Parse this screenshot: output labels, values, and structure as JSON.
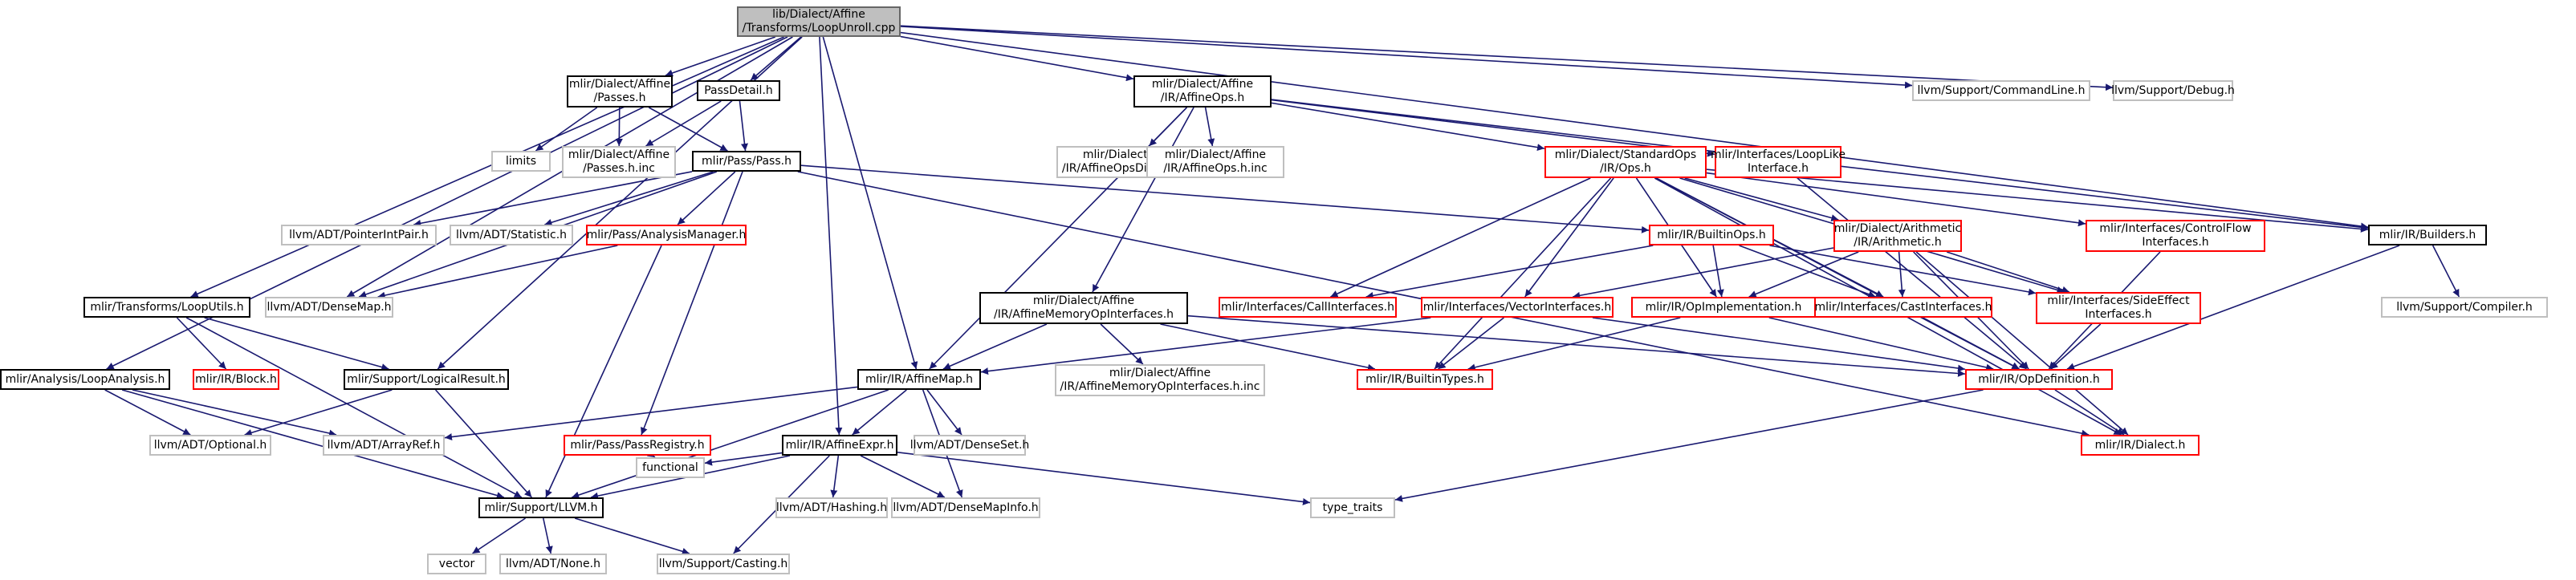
{
  "colors": {
    "edge": "#191970",
    "box": "#000000",
    "error": "#ff0000",
    "missing": "#bfbfbf",
    "root_fill": "#bfbfbf"
  },
  "nodes": {
    "root": "lib/Dialect/Affine\n/Transforms/LoopUnroll.cpp",
    "passes": "mlir/Dialect/Affine\n/Passes.h",
    "passdetail": "PassDetail.h",
    "affineops": "mlir/Dialect/Affine\n/IR/AffineOps.h",
    "commandline": "llvm/Support/CommandLine.h",
    "debug": "llvm/Support/Debug.h",
    "limits": "limits",
    "passes_inc": "mlir/Dialect/Affine\n/Passes.h.inc",
    "pass": "mlir/Pass/Pass.h",
    "affineopsdialect_inc": "mlir/Dialect/Affine\n/IR/AffineOpsDialect.h.inc",
    "affineops_inc": "mlir/Dialect/Affine\n/IR/AffineOps.h.inc",
    "stdops": "mlir/Dialect/StandardOps\n/IR/Ops.h",
    "looplike": "mlir/Interfaces/LoopLike\nInterface.h",
    "pointerintpair": "llvm/ADT/PointerIntPair.h",
    "statistic": "llvm/ADT/Statistic.h",
    "analysismanager": "mlir/Pass/AnalysisManager.h",
    "builtinops": "mlir/IR/BuiltinOps.h",
    "arith": "mlir/Dialect/Arithmetic\n/IR/Arithmetic.h",
    "controlflow": "mlir/Interfaces/ControlFlow\nInterfaces.h",
    "builders": "mlir/IR/Builders.h",
    "looputils": "mlir/Transforms/LoopUtils.h",
    "densemap": "llvm/ADT/DenseMap.h",
    "affinememop": "mlir/Dialect/Affine\n/IR/AffineMemoryOpInterfaces.h",
    "callinterfaces": "mlir/Interfaces/CallInterfaces.h",
    "vectorinterfaces": "mlir/Interfaces/VectorInterfaces.h",
    "opimpl": "mlir/IR/OpImplementation.h",
    "castinterfaces": "mlir/Interfaces/CastInterfaces.h",
    "sideeffect": "mlir/Interfaces/SideEffect\nInterfaces.h",
    "compiler": "llvm/Support/Compiler.h",
    "loopanalysis": "mlir/Analysis/LoopAnalysis.h",
    "block": "mlir/IR/Block.h",
    "logicalresult": "mlir/Support/LogicalResult.h",
    "affinememop_inc": "mlir/Dialect/Affine\n/IR/AffineMemoryOpInterfaces.h.inc",
    "affinemap": "mlir/IR/AffineMap.h",
    "builtintypes": "mlir/IR/BuiltinTypes.h",
    "opdefinition": "mlir/IR/OpDefinition.h",
    "optional": "llvm/ADT/Optional.h",
    "arrayref": "llvm/ADT/ArrayRef.h",
    "passregistry": "mlir/Pass/PassRegistry.h",
    "affineexpr": "mlir/IR/AffineExpr.h",
    "denseset": "llvm/ADT/DenseSet.h",
    "dialect": "mlir/IR/Dialect.h",
    "functional": "functional",
    "hashing": "llvm/ADT/Hashing.h",
    "densemapinfo": "llvm/ADT/DenseMapInfo.h",
    "type_traits": "type_traits",
    "llvm_h": "mlir/Support/LLVM.h",
    "vector": "vector",
    "none": "llvm/ADT/None.h",
    "casting": "llvm/Support/Casting.h"
  },
  "edges": [
    [
      "root",
      "passes"
    ],
    [
      "root",
      "passdetail"
    ],
    [
      "root",
      "affineops"
    ],
    [
      "root",
      "commandline"
    ],
    [
      "root",
      "debug"
    ],
    [
      "root",
      "looputils"
    ],
    [
      "root",
      "loopanalysis"
    ],
    [
      "root",
      "densemap"
    ],
    [
      "root",
      "logicalresult"
    ],
    [
      "root",
      "affinemap"
    ],
    [
      "root",
      "builders"
    ],
    [
      "root",
      "affineexpr"
    ],
    [
      "passes",
      "limits"
    ],
    [
      "passes",
      "passes_inc"
    ],
    [
      "passes",
      "pass"
    ],
    [
      "passdetail",
      "passes_inc"
    ],
    [
      "passdetail",
      "pass"
    ],
    [
      "affineops",
      "affineopsdialect_inc"
    ],
    [
      "affineops",
      "affineops_inc"
    ],
    [
      "affineops",
      "stdops"
    ],
    [
      "affineops",
      "looplike"
    ],
    [
      "affineops",
      "affinememop"
    ],
    [
      "affineops",
      "affinemap"
    ],
    [
      "affineops",
      "builders"
    ],
    [
      "pass",
      "pointerintpair"
    ],
    [
      "pass",
      "statistic"
    ],
    [
      "pass",
      "analysismanager"
    ],
    [
      "pass",
      "builtinops"
    ],
    [
      "pass",
      "passregistry"
    ],
    [
      "pass",
      "densemap"
    ],
    [
      "pass",
      "dialect"
    ],
    [
      "stdops",
      "arith"
    ],
    [
      "stdops",
      "controlflow"
    ],
    [
      "stdops",
      "callinterfaces"
    ],
    [
      "stdops",
      "vectorinterfaces"
    ],
    [
      "stdops",
      "opimpl"
    ],
    [
      "stdops",
      "castinterfaces"
    ],
    [
      "stdops",
      "sideeffect"
    ],
    [
      "stdops",
      "builtintypes"
    ],
    [
      "stdops",
      "opdefinition"
    ],
    [
      "stdops",
      "dialect"
    ],
    [
      "stdops",
      "builders"
    ],
    [
      "looplike",
      "opdefinition"
    ],
    [
      "analysismanager",
      "densemap"
    ],
    [
      "analysismanager",
      "llvm_h"
    ],
    [
      "builtinops",
      "callinterfaces"
    ],
    [
      "builtinops",
      "opimpl"
    ],
    [
      "builtinops",
      "castinterfaces"
    ],
    [
      "builtinops",
      "sideeffect"
    ],
    [
      "arith",
      "vectorinterfaces"
    ],
    [
      "arith",
      "opimpl"
    ],
    [
      "arith",
      "castinterfaces"
    ],
    [
      "arith",
      "sideeffect"
    ],
    [
      "arith",
      "opdefinition"
    ],
    [
      "arith",
      "dialect"
    ],
    [
      "controlflow",
      "opdefinition"
    ],
    [
      "builders",
      "compiler"
    ],
    [
      "builders",
      "opdefinition"
    ],
    [
      "looputils",
      "block"
    ],
    [
      "looputils",
      "logicalresult"
    ],
    [
      "looputils",
      "llvm_h"
    ],
    [
      "affinememop",
      "affinememop_inc"
    ],
    [
      "affinememop",
      "affinemap"
    ],
    [
      "affinememop",
      "builtintypes"
    ],
    [
      "affinememop",
      "opdefinition"
    ],
    [
      "vectorinterfaces",
      "affinemap"
    ],
    [
      "vectorinterfaces",
      "builtintypes"
    ],
    [
      "vectorinterfaces",
      "opdefinition"
    ],
    [
      "opimpl",
      "builtintypes"
    ],
    [
      "opimpl",
      "opdefinition"
    ],
    [
      "castinterfaces",
      "opdefinition"
    ],
    [
      "sideeffect",
      "opdefinition"
    ],
    [
      "loopanalysis",
      "optional"
    ],
    [
      "loopanalysis",
      "arrayref"
    ],
    [
      "loopanalysis",
      "llvm_h"
    ],
    [
      "logicalresult",
      "optional"
    ],
    [
      "logicalresult",
      "llvm_h"
    ],
    [
      "affinemap",
      "arrayref"
    ],
    [
      "affinemap",
      "denseset"
    ],
    [
      "affinemap",
      "affineexpr"
    ],
    [
      "affinemap",
      "densemapinfo"
    ],
    [
      "affinemap",
      "llvm_h"
    ],
    [
      "opdefinition",
      "dialect"
    ],
    [
      "opdefinition",
      "type_traits"
    ],
    [
      "passregistry",
      "functional"
    ],
    [
      "affineexpr",
      "functional"
    ],
    [
      "affineexpr",
      "hashing"
    ],
    [
      "affineexpr",
      "densemapinfo"
    ],
    [
      "affineexpr",
      "type_traits"
    ],
    [
      "affineexpr",
      "casting"
    ],
    [
      "affineexpr",
      "llvm_h"
    ],
    [
      "llvm_h",
      "vector"
    ],
    [
      "llvm_h",
      "none"
    ],
    [
      "llvm_h",
      "casting"
    ]
  ]
}
